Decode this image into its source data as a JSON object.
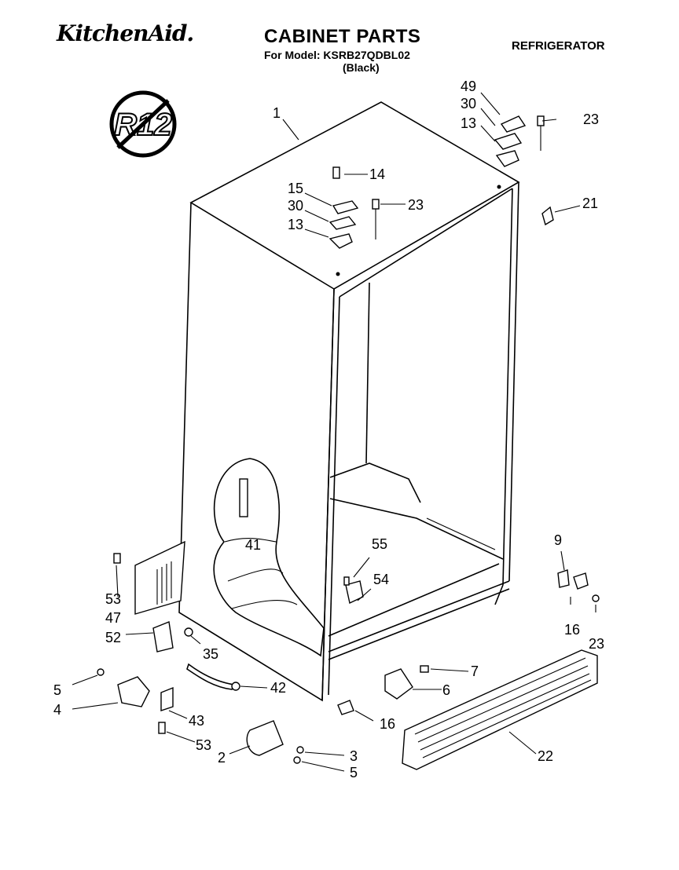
{
  "header": {
    "brand": "KitchenAid.",
    "title": "CABINET PARTS",
    "model_line": "For Model: KSRB27QDBL02",
    "variant": "(Black)",
    "category": "REFRIGERATOR"
  },
  "badge": {
    "text": "R12",
    "icon": "no-r12-symbol"
  },
  "callouts": [
    "1",
    "49",
    "30",
    "13",
    "23",
    "14",
    "15",
    "30",
    "23",
    "13",
    "21",
    "41",
    "9",
    "55",
    "54",
    "53",
    "47",
    "52",
    "35",
    "16",
    "23",
    "5",
    "4",
    "42",
    "7",
    "6",
    "43",
    "16",
    "53",
    "2",
    "3",
    "5",
    "22"
  ]
}
